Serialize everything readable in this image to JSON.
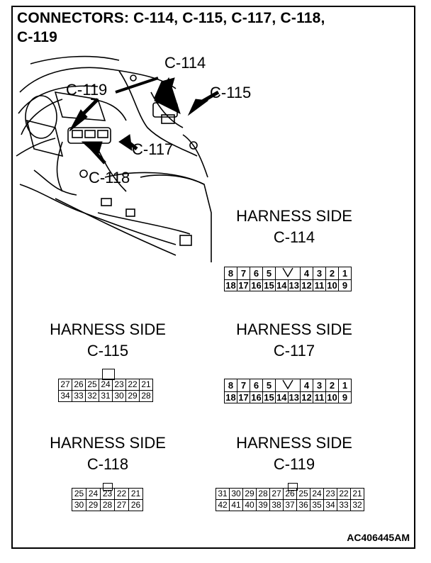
{
  "title": {
    "line1": "CONNECTORS: C-114, C-115, C-117, C-118,",
    "line2": "C-119"
  },
  "callouts": {
    "c114": "C-114",
    "c115": "C-115",
    "c117": "C-117",
    "c118": "C-118",
    "c119": "C-119"
  },
  "labels": {
    "harness_side": "HARNESS SIDE",
    "c114": "C-114",
    "c115": "C-115",
    "c117": "C-117",
    "c118": "C-118",
    "c119": "C-119"
  },
  "connectors": {
    "c114": {
      "top": [
        "8",
        "7",
        "6",
        "5",
        "",
        "",
        "4",
        "3",
        "2",
        "1"
      ],
      "bottom": [
        "18",
        "17",
        "16",
        "15",
        "14",
        "13",
        "12",
        "11",
        "10",
        "9"
      ]
    },
    "c115": {
      "top": [
        "27",
        "26",
        "25",
        "24",
        "23",
        "22",
        "21"
      ],
      "bottom": [
        "34",
        "33",
        "32",
        "31",
        "30",
        "29",
        "28"
      ]
    },
    "c117": {
      "top": [
        "8",
        "7",
        "6",
        "5",
        "",
        "",
        "4",
        "3",
        "2",
        "1"
      ],
      "bottom": [
        "18",
        "17",
        "16",
        "15",
        "14",
        "13",
        "12",
        "11",
        "10",
        "9"
      ]
    },
    "c118": {
      "top": [
        "25",
        "24",
        "23",
        "22",
        "21"
      ],
      "bottom": [
        "30",
        "29",
        "28",
        "27",
        "26"
      ]
    },
    "c119": {
      "top": [
        "31",
        "30",
        "29",
        "28",
        "27",
        "26",
        "25",
        "24",
        "23",
        "22",
        "21"
      ],
      "bottom": [
        "42",
        "41",
        "40",
        "39",
        "38",
        "37",
        "36",
        "35",
        "34",
        "33",
        "32"
      ]
    }
  },
  "figure_id": "AC406445AM"
}
